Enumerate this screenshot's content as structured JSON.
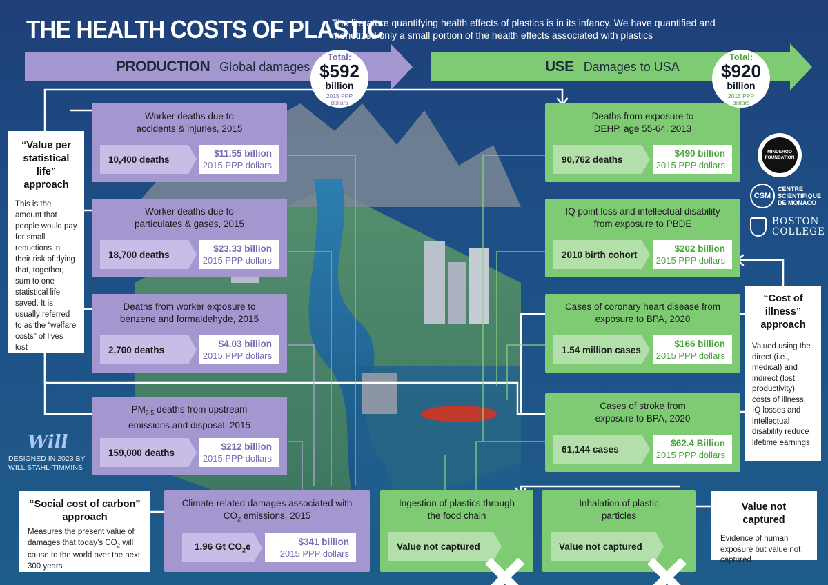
{
  "header": {
    "title": "THE HEALTH COSTS OF PLASTIC",
    "subtitle": "The literature quantifying health effects of plastics is in its infancy.  We have quantified and monetized only a small portion of the health effects associated with plastics"
  },
  "production": {
    "label": "PRODUCTION",
    "sublabel": "Global damages",
    "total_label": "Total:",
    "total_amount": "$592",
    "total_unit": "billion",
    "total_note": "2015 PPP dollars"
  },
  "use": {
    "label": "USE",
    "sublabel": "Damages to USA",
    "total_label": "Total:",
    "total_amount": "$920",
    "total_unit": "billion",
    "total_note": "2015 PPP dollars"
  },
  "production_cards": [
    {
      "title": "Worker deaths due to accidents & injuries, 2015",
      "left": "10,400 deaths",
      "value": "$11.55 billion",
      "unit": "2015 PPP dollars"
    },
    {
      "title": "Worker deaths due to particulates & gases, 2015",
      "left": "18,700 deaths",
      "value": "$23.33 billion",
      "unit": "2015 PPP dollars"
    },
    {
      "title": "Deaths from worker exposure to benzene and formaldehyde, 2015",
      "left": "2,700 deaths",
      "value": "$4.03 billion",
      "unit": "2015 PPP dollars"
    },
    {
      "title_pre": "PM",
      "title_sub": "2.5",
      "title_post": " deaths from upstream emissions and disposal, 2015",
      "left": "159,000 deaths",
      "value": "$212 billion",
      "unit": "2015 PPP dollars"
    },
    {
      "title_pre": "Climate-related damages associated with CO",
      "title_sub": "2",
      "title_post": " emissions, 2015",
      "left_pre": "1.96 Gt CO",
      "left_sub": "2",
      "left_post": "e",
      "value": "$341 billion",
      "unit": "2015 PPP dollars"
    }
  ],
  "use_cards": [
    {
      "title": "Deaths from exposure to DEHP, age 55-64, 2013",
      "left": "90,762 deaths",
      "value": "$490 billion",
      "unit": "2015 PPP dollars"
    },
    {
      "title": "IQ point loss and intellectual disability from exposure to PBDE",
      "left": "2010 birth cohort",
      "value": "$202 billion",
      "unit": "2015 PPP dollars"
    },
    {
      "title": "Cases of coronary heart disease from exposure to BPA, 2020",
      "left": "1.54 million cases",
      "value": "$166 billion",
      "unit": "2015 PPP dollars"
    },
    {
      "title": "Cases of stroke from exposure to BPA, 2020",
      "left": "61,144 cases",
      "value": "$62.4 Billion",
      "unit": "2015 PPP dollars"
    },
    {
      "title": "Ingestion of plastics through the food chain",
      "left": "Value not captured"
    },
    {
      "title": "Inhalation of plastic particles",
      "left": "Value not captured"
    }
  ],
  "approaches": {
    "vsl": {
      "heading": "“Value per statistical life” approach",
      "body": "This is the amount that people would pay for small reductions in their risk of dying that, together, sum to one statistical life saved.  It is usually referred to as the “welfare costs” of lives lost"
    },
    "coi": {
      "heading": "“Cost of illness” approach",
      "body": "Valued using the direct (i.e., medical) and indirect (lost productivity) costs of illness. IQ losses and intellectual disability reduce lifetime earnings"
    },
    "scc": {
      "heading": "“Social cost of carbon” approach",
      "body_pre": "Measures the present value of damages that today’s CO",
      "body_sub": "2",
      "body_post": " will cause to the world over the next 300 years"
    },
    "vnc": {
      "heading": "Value not captured",
      "body": "Evidence of human exposure but value not captured"
    }
  },
  "credit": {
    "logo": "Will",
    "line1": "DESIGNED IN 2023 BY",
    "line2": "WILL STAHL-TIMMINS"
  },
  "logos": {
    "minderoo": "MINDEROO FOUNDATION",
    "csm_mark": "CSM",
    "csm_text": "CENTRE SCIENTIFIQUE DE MONACO",
    "bc_line1": "BOSTON",
    "bc_line2": "COLLEGE"
  },
  "colors": {
    "production": "#a496cf",
    "use": "#7ecb74",
    "background": "#1e4a82"
  },
  "icons": [
    "x-mark-icon",
    "arrow-right-icon",
    "arrow-left-icon"
  ]
}
